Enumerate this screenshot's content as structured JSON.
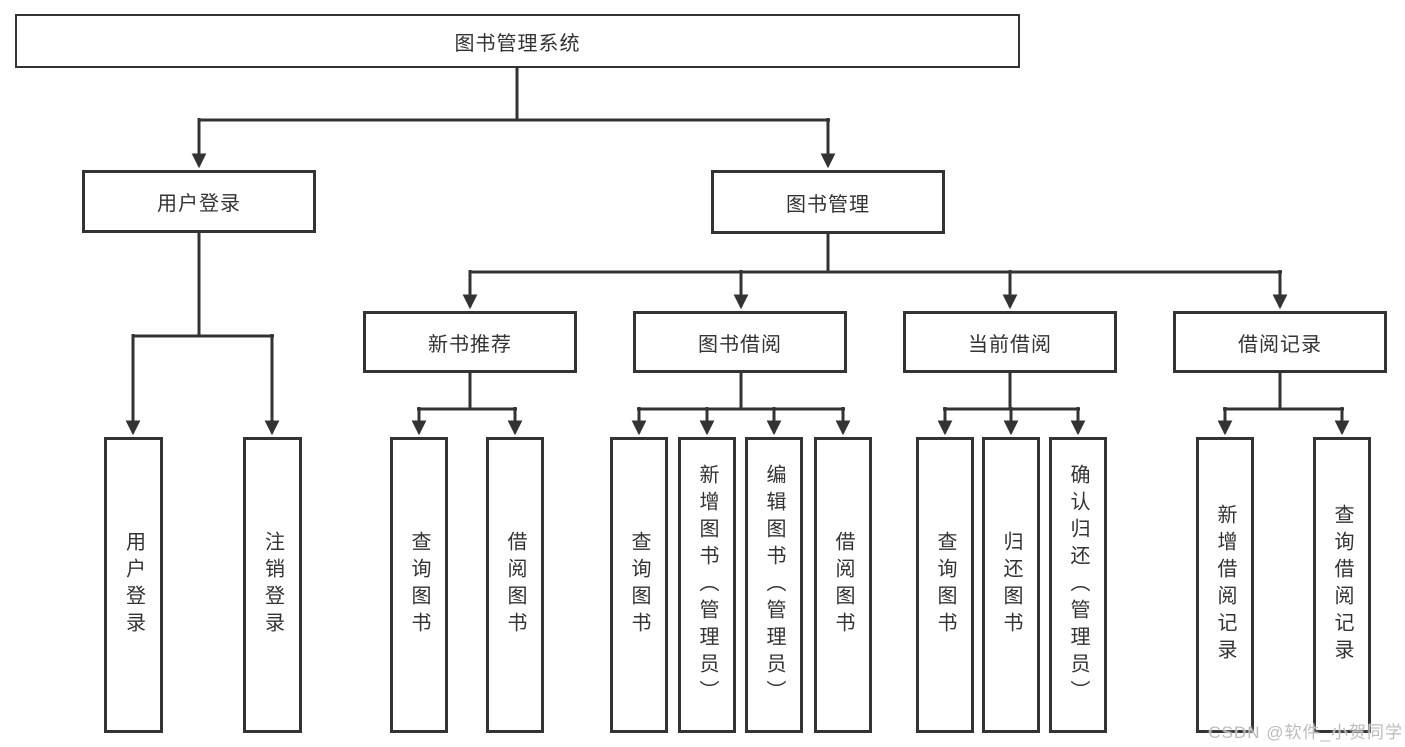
{
  "diagram": {
    "title": "图书管理系统",
    "line_color": "#333333",
    "box_border_color": "#333333",
    "text_color": "#333333",
    "background_color": "#ffffff",
    "tree": {
      "root": "图书管理系统",
      "branches": [
        {
          "label": "用户登录",
          "children": [
            "用户登录",
            "注销登录"
          ]
        },
        {
          "label": "图书管理",
          "groups": [
            {
              "label": "新书推荐",
              "children": [
                "查询图书",
                "借阅图书"
              ]
            },
            {
              "label": "图书借阅",
              "children": [
                "查询图书",
                "新增图书（管理员）",
                "编辑图书（管理员）",
                "借阅图书"
              ]
            },
            {
              "label": "当前借阅",
              "children": [
                "查询图书",
                "归还图书",
                "确认归还（管理员）"
              ]
            },
            {
              "label": "借阅记录",
              "children": [
                "新增借阅记录",
                "查询借阅记录"
              ]
            }
          ]
        }
      ]
    }
  },
  "watermark": {
    "text": "CSDN @软件_小贺同学",
    "color": "#bcbcbc"
  }
}
